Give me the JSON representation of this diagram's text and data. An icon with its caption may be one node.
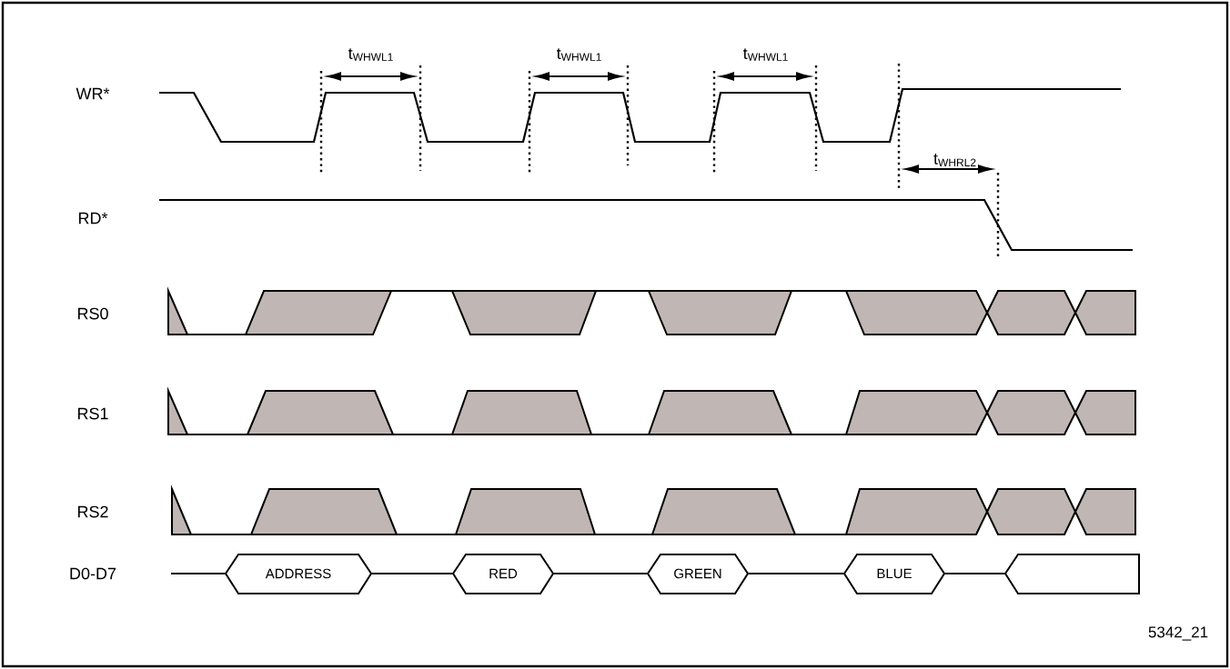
{
  "diagram": {
    "nodes": [
      {
        "text": [
          "ADDRESS"
        ]
      },
      {
        "text": [
          "RED"
        ]
      },
      {
        "text": [
          "GREEN"
        ]
      },
      {
        "text": [
          "BLUE"
        ]
      },
      {
        "text": [],
        "shape": "hexagon"
      }
    ],
    "edges": [
      {
        "from": null,
        "to": 0,
        "arrow": "none"
      },
      {
        "from": 0,
        "to": 1,
        "arrow": "none"
      },
      {
        "from": 1,
        "to": 2,
        "arrow": "none"
      },
      {
        "from": 2,
        "to": 3,
        "arrow": "none"
      },
      {
        "from": 3,
        "to": 4,
        "arrow": "none"
      }
    ],
    "labels": [
      "t$_{WHWL1}$",
      "t$_{WHWL1}$",
      "t$_{WHWL1}$",
      "WR*",
      "t$_{WHRL2}$",
      "RD*",
      "RS0",
      "RS1",
      "RS2",
      "D0-D7",
      "5342_21"
    ]
  }
}
